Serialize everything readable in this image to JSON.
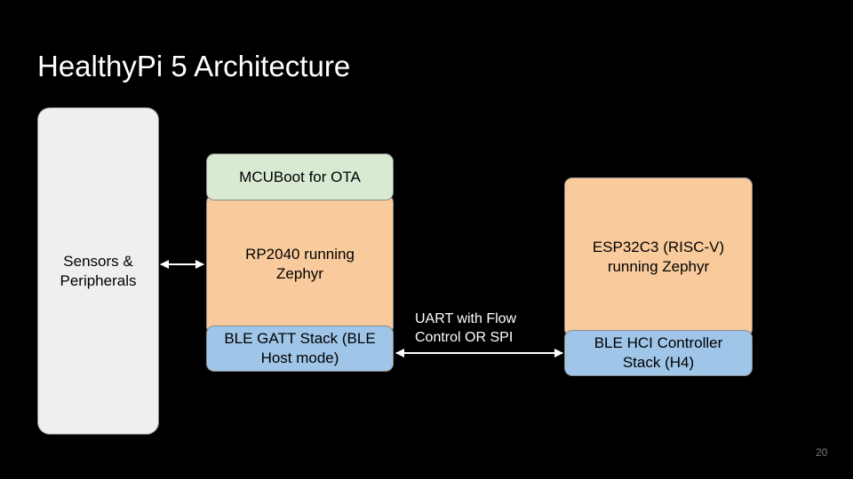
{
  "slide": {
    "title": "HealthyPi 5 Architecture",
    "page_number": "20"
  },
  "blocks": {
    "sensors": {
      "line1": "Sensors &",
      "line2": "Peripherals"
    },
    "mcuboot": {
      "line1": "MCUBoot for OTA"
    },
    "rp2040": {
      "line1": "RP2040 running",
      "line2": "Zephyr"
    },
    "gatt": {
      "line1": "BLE GATT Stack (BLE",
      "line2": "Host mode)"
    },
    "esp32": {
      "line1": "ESP32C3 (RISC-V)",
      "line2": "running Zephyr"
    },
    "hci": {
      "line1": "BLE HCI Controller",
      "line2": "Stack (H4)"
    }
  },
  "link": {
    "line1": "UART with Flow",
    "line2": "Control OR SPI"
  },
  "colors": {
    "background": "#000000",
    "sensors_fill": "#efefef",
    "mcuboot_fill": "#d9ead3",
    "core_fill": "#f9cb9c",
    "ble_fill": "#9fc5e8",
    "text_light": "#ffffff"
  }
}
